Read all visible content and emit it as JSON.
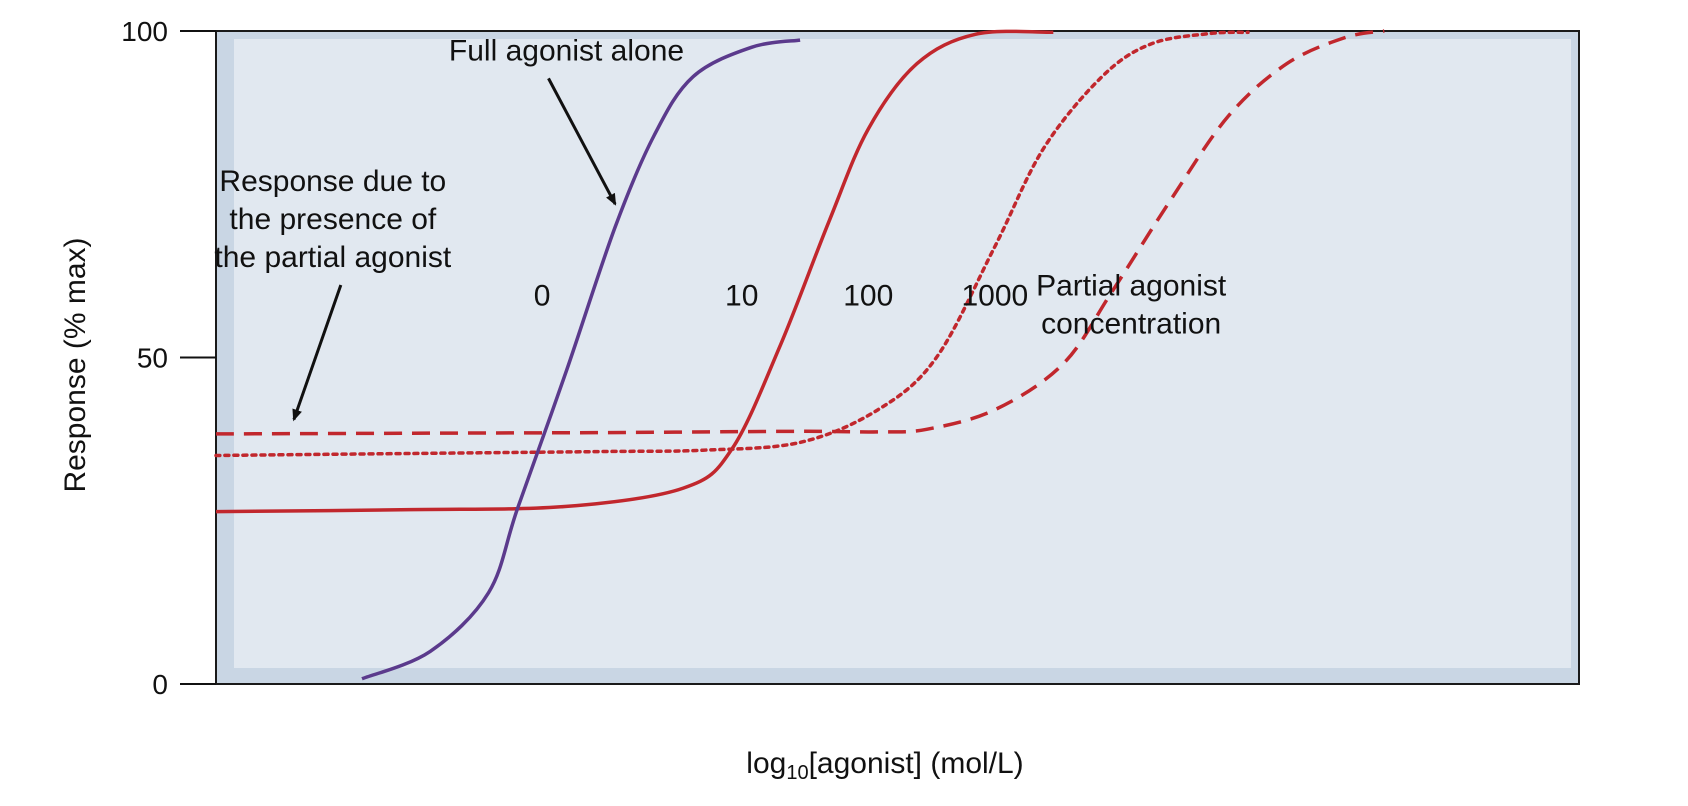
{
  "chart_data": {
    "type": "line",
    "title": "",
    "xlabel_main": "log",
    "xlabel_sub": "10",
    "xlabel_rest": "[agonist] (mol/L)",
    "ylabel": "Response (% max)",
    "ylim": [
      0,
      100
    ],
    "yticks": [
      {
        "value": 0,
        "label": "0"
      },
      {
        "value": 50,
        "label": "50"
      },
      {
        "value": 100,
        "label": "100"
      }
    ],
    "grid": false,
    "series": [
      {
        "name": "0",
        "color": "#5b3a8c",
        "dash": "solid",
        "points": [
          [
            1.5,
            0.8
          ],
          [
            2.2,
            5
          ],
          [
            2.8,
            14
          ],
          [
            3.1,
            27
          ],
          [
            3.6,
            48
          ],
          [
            4.1,
            70
          ],
          [
            4.5,
            84
          ],
          [
            4.9,
            93
          ],
          [
            5.5,
            97.5
          ],
          [
            6.0,
            98.6
          ]
        ]
      },
      {
        "name": "10",
        "color": "#c1272d",
        "dash": "solid",
        "points": [
          [
            0,
            26.4
          ],
          [
            2.0,
            26.7
          ],
          [
            3.6,
            27.2
          ],
          [
            4.8,
            30
          ],
          [
            5.3,
            36
          ],
          [
            5.8,
            52
          ],
          [
            6.3,
            71
          ],
          [
            6.7,
            85
          ],
          [
            7.2,
            95
          ],
          [
            7.8,
            99.5
          ],
          [
            8.6,
            99.8
          ]
        ]
      },
      {
        "name": "100",
        "color": "#c1272d",
        "dash": "dotted",
        "points": [
          [
            0,
            35
          ],
          [
            2.0,
            35.3
          ],
          [
            4.0,
            35.6
          ],
          [
            5.0,
            35.8
          ],
          [
            6.0,
            37
          ],
          [
            6.8,
            42
          ],
          [
            7.4,
            50
          ],
          [
            8.0,
            67
          ],
          [
            8.5,
            82
          ],
          [
            9.1,
            93
          ],
          [
            9.6,
            98
          ],
          [
            10.2,
            99.6
          ],
          [
            10.6,
            99.8
          ]
        ]
      },
      {
        "name": "1000",
        "color": "#c1272d",
        "dash": "dashed",
        "points": [
          [
            0,
            38.3
          ],
          [
            2.0,
            38.4
          ],
          [
            4.0,
            38.5
          ],
          [
            6.0,
            38.7
          ],
          [
            6.8,
            38.6
          ],
          [
            7.3,
            39
          ],
          [
            8.0,
            42
          ],
          [
            8.7,
            49
          ],
          [
            9.2,
            60
          ],
          [
            9.8,
            74
          ],
          [
            10.4,
            87
          ],
          [
            11.0,
            95
          ],
          [
            11.6,
            99
          ],
          [
            12.0,
            100
          ]
        ]
      }
    ],
    "series_labels": [
      {
        "text": "0",
        "x": 3.35,
        "y": 58
      },
      {
        "text": "10",
        "x": 5.4,
        "y": 58
      },
      {
        "text": "100",
        "x": 6.7,
        "y": 58
      },
      {
        "text": "1000",
        "x": 8.0,
        "y": 58
      }
    ],
    "annotations": [
      {
        "lines": [
          "Full agonist alone"
        ],
        "x": 3.6,
        "y": 95.5,
        "arrow_to": [
          4.1,
          73.5
        ]
      },
      {
        "lines": [
          "Response due to",
          "the presence of",
          "the partial agonist"
        ],
        "x": 1.2,
        "y": 75.5,
        "arrow_to": [
          0.8,
          40.5
        ]
      },
      {
        "lines": [
          "Partial agonist",
          "concentration"
        ],
        "x": 9.4,
        "y": 59.5
      }
    ],
    "xlim": [
      0,
      10.0
    ]
  }
}
